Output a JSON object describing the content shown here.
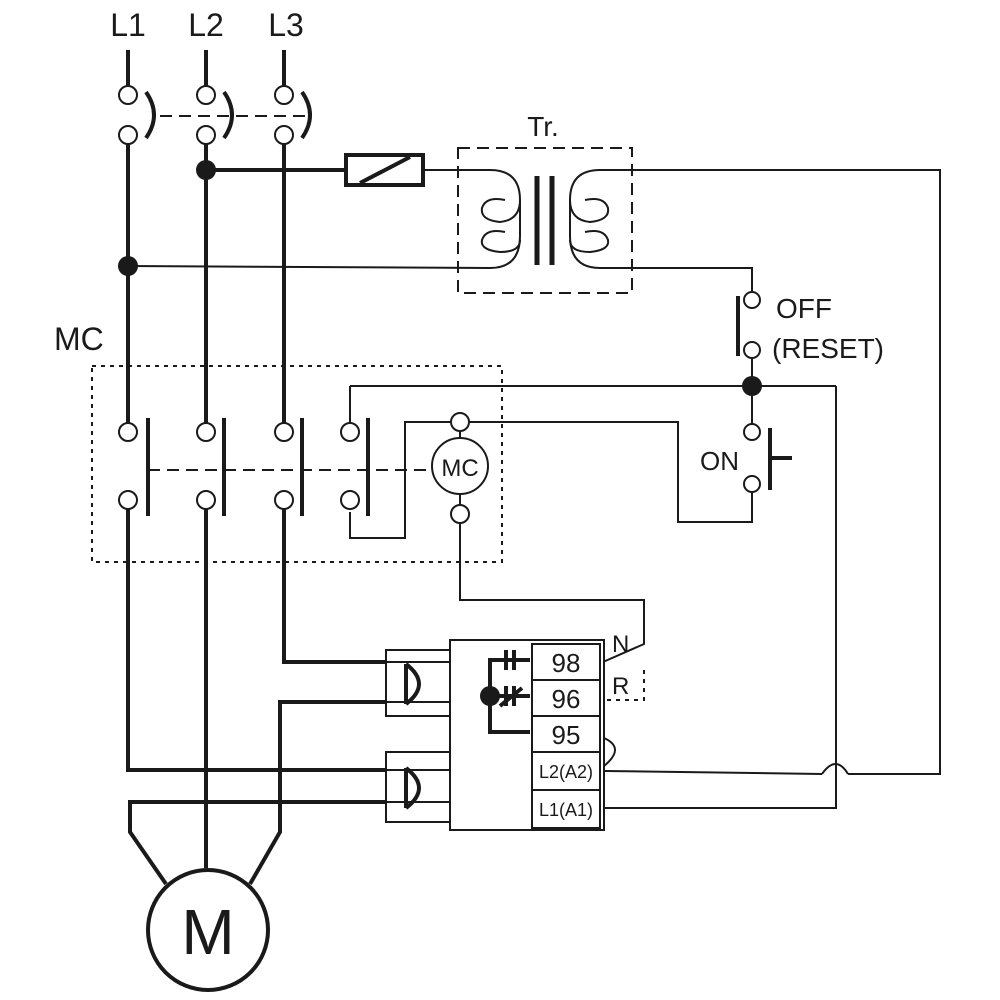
{
  "labels": {
    "phase_l1": "L1",
    "phase_l2": "L2",
    "phase_l3": "L3",
    "transformer": "Tr.",
    "contactor": "MC",
    "contactor_coil": "MC",
    "off_button": "OFF",
    "reset": "(RESET)",
    "on_button": "ON",
    "motor": "M"
  },
  "relay_terminals": {
    "t98": "98",
    "t96": "96",
    "t95": "95",
    "a2": "L2(A2)",
    "a1": "L1(A1)"
  },
  "contact_labels": {
    "normal": "N",
    "reverse": "R"
  }
}
